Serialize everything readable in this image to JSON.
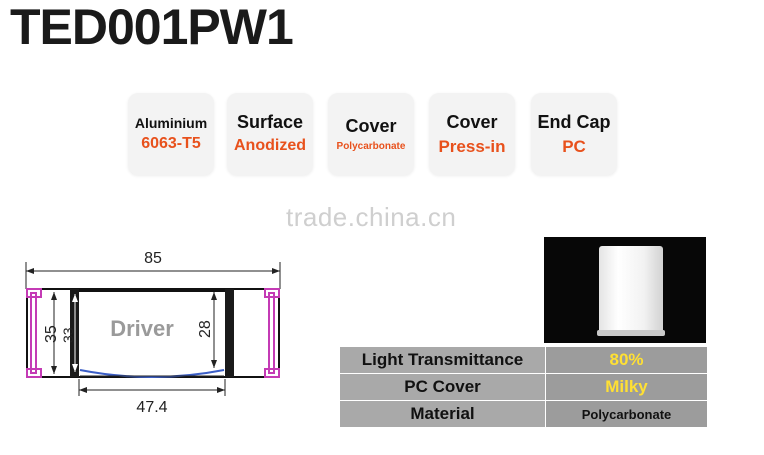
{
  "title": "TED001PW1",
  "cards": [
    {
      "label": "Aluminium",
      "value": "6063-T5"
    },
    {
      "label": "Surface",
      "value": "Anodized"
    },
    {
      "label": "Cover",
      "value": "Polycarbonate"
    },
    {
      "label": "Cover",
      "value": "Press-in"
    },
    {
      "label": "End Cap",
      "value": "PC"
    }
  ],
  "watermark": "trade.china.cn",
  "drawing": {
    "width": "85",
    "outer_height": "35",
    "inner_height": "33",
    "cavity_height": "28",
    "cavity_width": "47.4",
    "center_label": "Driver"
  },
  "specs": [
    {
      "key": "Light Transmittance",
      "value": "80%"
    },
    {
      "key": "PC Cover",
      "value": "Milky"
    },
    {
      "key": "Material",
      "value": "Polycarbonate"
    }
  ],
  "colors": {
    "accent": "#e8511c",
    "highlight": "#ffe033",
    "lens": "#c43bb5"
  }
}
